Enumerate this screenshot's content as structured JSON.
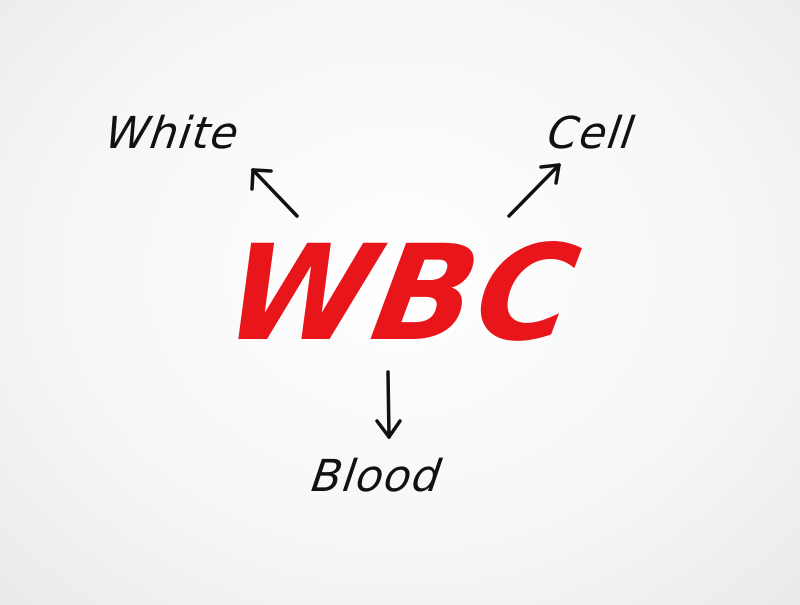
{
  "diagram": {
    "acronym": "WBC",
    "words": {
      "white": "White",
      "cell": "Cell",
      "blood": "Blood"
    }
  },
  "colors": {
    "acronym": "#e8151b",
    "text": "#111111"
  }
}
